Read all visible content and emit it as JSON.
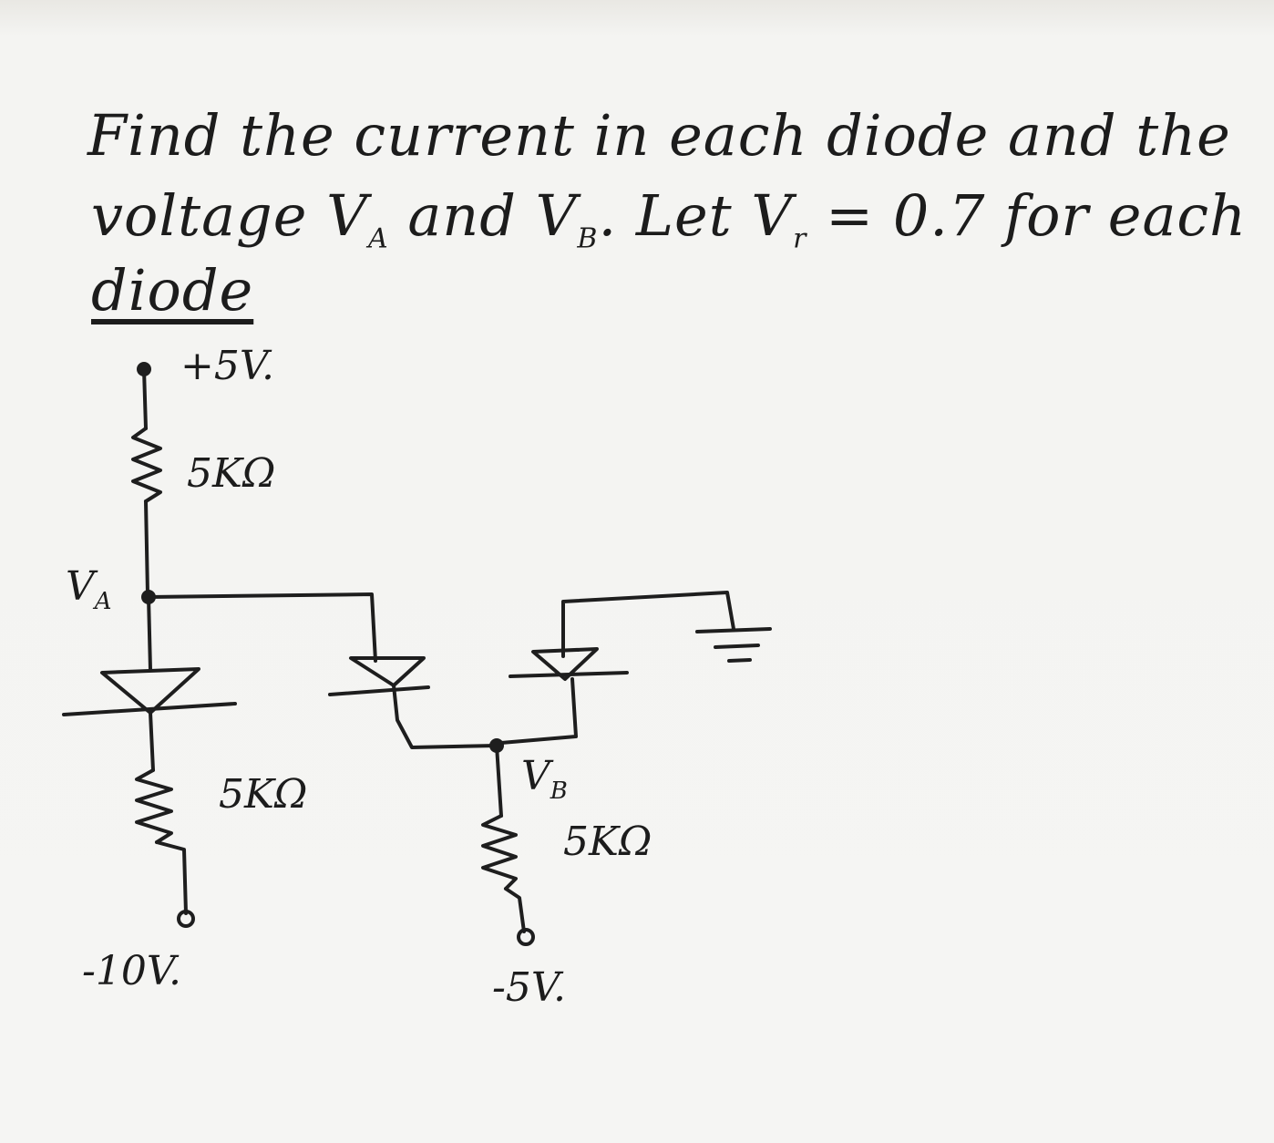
{
  "question": {
    "line1": "Find the current in each diode and the",
    "line2": "voltage V",
    "line2_sub_a": "A",
    "line2_mid": " and V",
    "line2_sub_b": "B",
    "line2_end": ". Let V",
    "line2_sub_r": "r",
    "line2_tail": " = 0.7 for each",
    "line3": "diode"
  },
  "circuit": {
    "supply_top": "+5V.",
    "supply_bottom_left": "-10V.",
    "supply_bottom_right": "-5V.",
    "r_top": "5KΩ",
    "r_bottom_left": "5KΩ",
    "r_bottom_right": "5KΩ",
    "node_a": "V",
    "node_a_sub": "A",
    "node_b": "V",
    "node_b_sub": "B"
  }
}
